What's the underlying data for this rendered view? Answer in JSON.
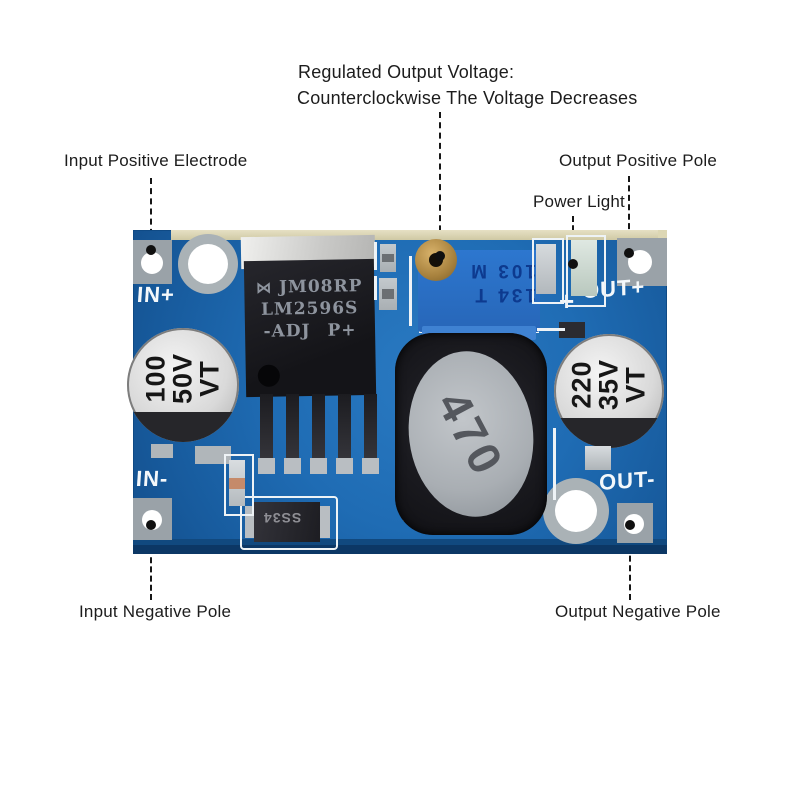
{
  "annotations": {
    "regulated_line1": "Regulated Output Voltage:",
    "regulated_line2": "Counterclockwise The Voltage Decreases",
    "input_positive": "Input Positive Electrode",
    "output_positive": "Output Positive Pole",
    "power_light": "Power Light",
    "input_negative": "Input Negative Pole",
    "output_negative": "Output Negative Pole"
  },
  "board": {
    "silkscreen": {
      "in_plus": "IN+",
      "in_minus": "IN-",
      "out_plus": "OUT+",
      "out_minus": "OUT-",
      "plus_mark": "+"
    },
    "ic": {
      "logo": "⋈",
      "line1": "JM08RP",
      "line2": "LM2596S",
      "line3a": "-ADJ",
      "line3b": "P+"
    },
    "trimpot": {
      "marking_line1": "134 T",
      "marking_line2": "103 M"
    },
    "capacitor_left": {
      "line1": "100",
      "line2": "50V",
      "line3": "VT"
    },
    "capacitor_right": {
      "line1": "220",
      "line2": "35V",
      "line3": "VT"
    },
    "inductor_value": "470",
    "diode_marking": "SS34",
    "colors": {
      "pcb_blue": "#1f6cb4",
      "board_edge_tan": "#ddd7b4",
      "trimpot_blue": "#2d77cf",
      "screw_brass": "#b08d4a",
      "callout_black": "#161616"
    }
  }
}
